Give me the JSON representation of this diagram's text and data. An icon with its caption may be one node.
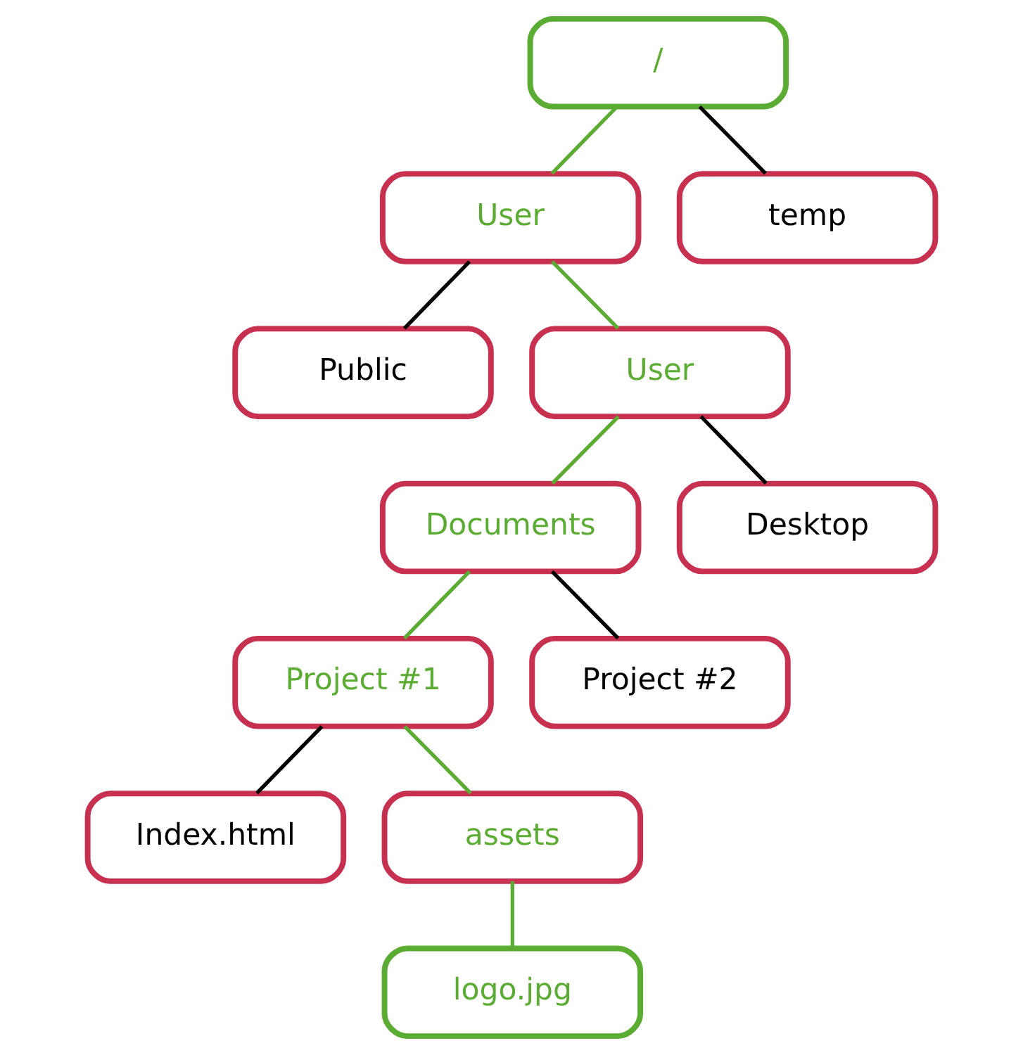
{
  "diagram": {
    "nodes": [
      {
        "text": [
          "/"
        ]
      },
      {
        "text": [
          "User"
        ]
      },
      {
        "text": [
          "temp"
        ]
      },
      {
        "text": [
          "Public"
        ]
      },
      {
        "text": [
          "User"
        ]
      },
      {
        "text": [
          "Documents"
        ]
      },
      {
        "text": [
          "Desktop"
        ]
      },
      {
        "text": [
          "Project #1"
        ]
      },
      {
        "text": [
          "Project #2"
        ]
      },
      {
        "text": [
          "Index.html"
        ]
      },
      {
        "text": [
          "assets"
        ]
      },
      {
        "text": [
          "logo.jpg"
        ]
      }
    ],
    "edges": [
      {
        "from": 0,
        "to": 1,
        "arrow": "none"
      },
      {
        "from": 0,
        "to": 2,
        "arrow": "none",
        "color": "#000000"
      },
      {
        "from": 1,
        "to": 3,
        "arrow": "none",
        "color": "#000000"
      },
      {
        "from": 1,
        "to": 4,
        "arrow": "none"
      },
      {
        "from": 4,
        "to": 5,
        "arrow": "none"
      },
      {
        "from": 4,
        "to": 6,
        "arrow": "none",
        "color": "#000000"
      },
      {
        "from": 5,
        "to": 7,
        "arrow": "none"
      },
      {
        "from": 5,
        "to": 8,
        "arrow": "none",
        "color": "#000000"
      },
      {
        "from": 7,
        "to": 9,
        "arrow": "none",
        "color": "#000000"
      },
      {
        "from": 7,
        "to": 10,
        "arrow": "none"
      },
      {
        "from": 10,
        "to": 11,
        "arrow": "none"
      }
    ]
  }
}
